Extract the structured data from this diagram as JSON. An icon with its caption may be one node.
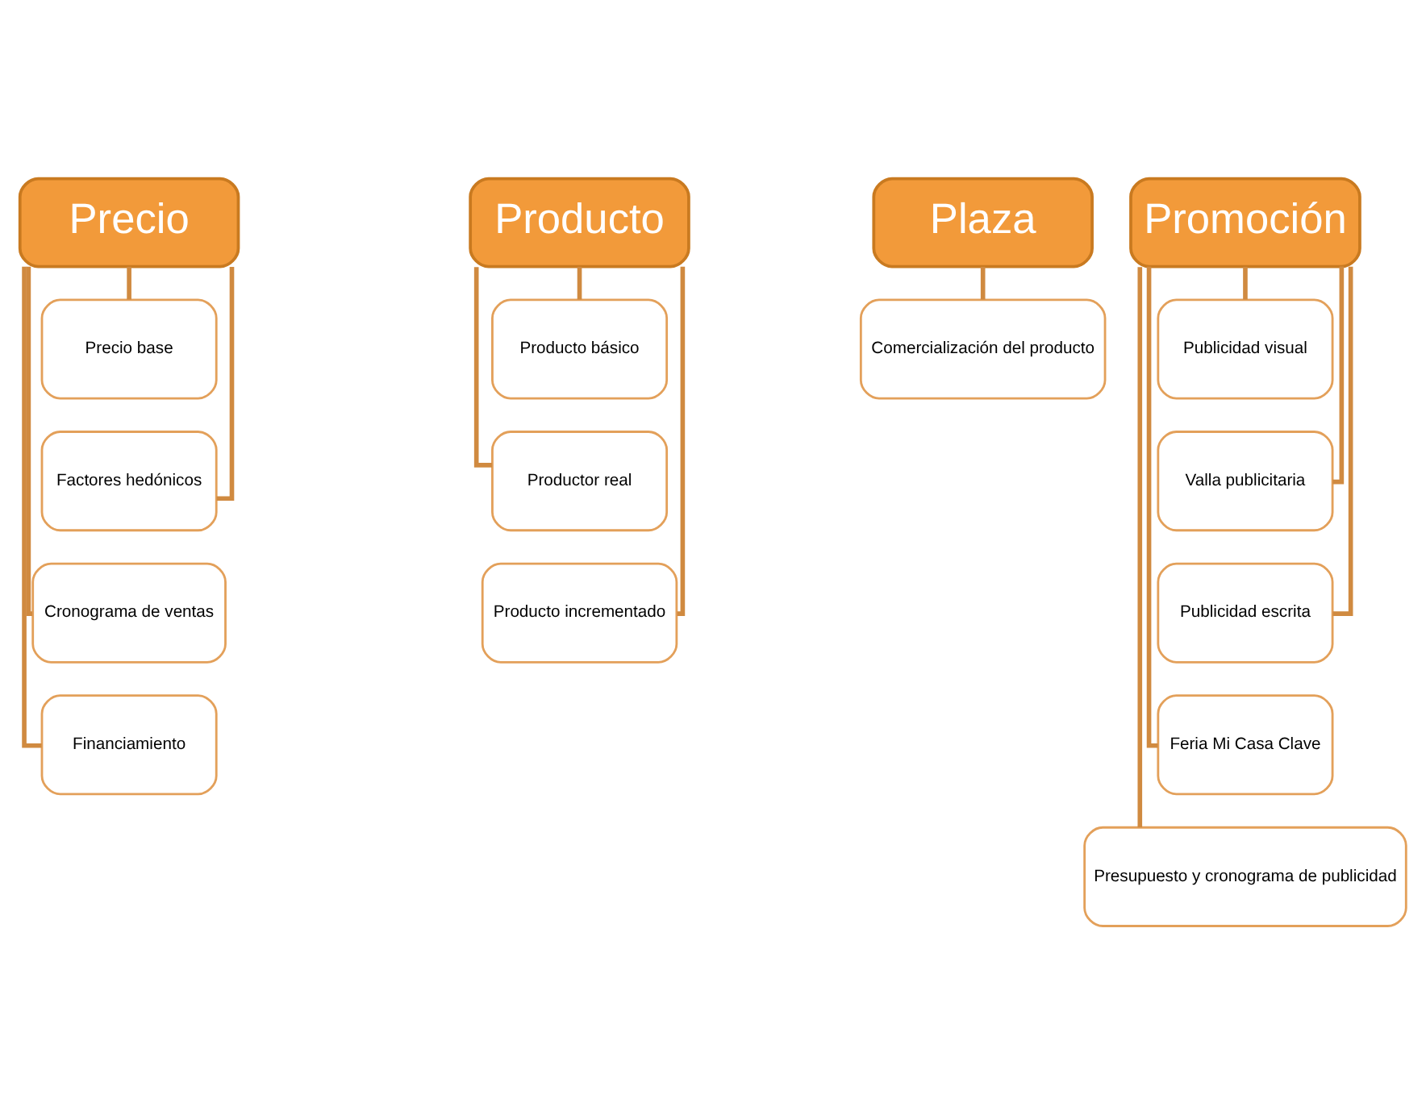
{
  "diagram": {
    "nodes": [
      {
        "text": [
          "Precio"
        ]
      },
      {
        "text": [
          "Precio base"
        ]
      },
      {
        "text": [
          "Factores hedónicos"
        ]
      },
      {
        "text": [
          "Cronograma de ventas"
        ]
      },
      {
        "text": [
          "Financiamiento"
        ]
      },
      {
        "text": [
          "Producto"
        ]
      },
      {
        "text": [
          "Producto básico"
        ]
      },
      {
        "text": [
          "Productor real"
        ]
      },
      {
        "text": [
          "Producto incrementado"
        ]
      },
      {
        "text": [
          "Plaza"
        ]
      },
      {
        "text": [
          "Comercialización del producto"
        ]
      },
      {
        "text": [
          "Promoción"
        ]
      },
      {
        "text": [
          "Publicidad visual"
        ]
      },
      {
        "text": [
          "Valla publicitaria"
        ]
      },
      {
        "text": [
          "Publicidad escrita"
        ]
      },
      {
        "text": [
          "Feria Mi Casa Clave"
        ]
      },
      {
        "text": [
          "Presupuesto y cronograma de publicidad"
        ]
      }
    ],
    "edges": [
      {
        "from": 0,
        "to": 1,
        "arrow": "none"
      },
      {
        "from": 0,
        "to": 2,
        "arrow": "none"
      },
      {
        "from": 0,
        "to": 3,
        "arrow": "none"
      },
      {
        "from": 0,
        "to": 4,
        "arrow": "none"
      },
      {
        "from": 5,
        "to": 6,
        "arrow": "none"
      },
      {
        "from": 5,
        "to": 7,
        "arrow": "none"
      },
      {
        "from": 5,
        "to": 8,
        "arrow": "none"
      },
      {
        "from": 9,
        "to": 10,
        "arrow": "none"
      },
      {
        "from": 11,
        "to": 12,
        "arrow": "none"
      },
      {
        "from": 11,
        "to": 13,
        "arrow": "none"
      },
      {
        "from": 11,
        "to": 14,
        "arrow": "none"
      },
      {
        "from": 11,
        "to": 15,
        "arrow": "none"
      },
      {
        "from": 11,
        "to": 16,
        "arrow": "none"
      }
    ]
  }
}
